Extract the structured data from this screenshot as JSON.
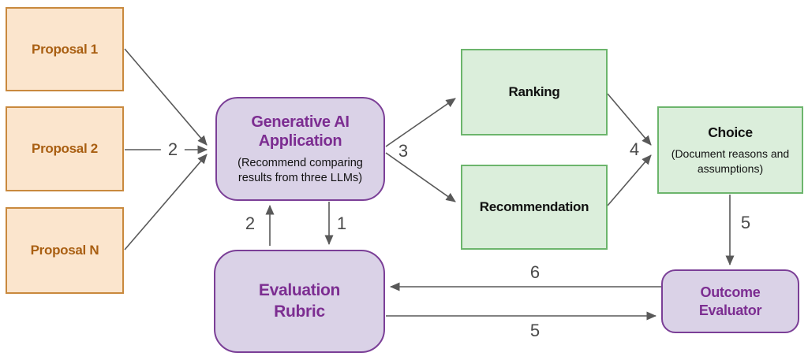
{
  "diagram_type": "flowchart",
  "palette": {
    "background": "#FFFFFF",
    "orange_fill": "#FBE5CD",
    "orange_border": "#C9893D",
    "orange_text": "#A95F12",
    "purple_fill": "#DAD2E7",
    "purple_border": "#7B3F97",
    "purple_text": "#7C2D91",
    "green_fill": "#DBEEDB",
    "green_border": "#6CB56C",
    "dark_text": "#111111",
    "arrow": "#595959",
    "edge_label_text": "#4A4A4A"
  },
  "nodes": {
    "proposal_1": {
      "label": "Proposal 1"
    },
    "proposal_2": {
      "label": "Proposal 2"
    },
    "proposal_n": {
      "label": "Proposal N"
    },
    "generative_ai_application": {
      "title": "Generative AI Application",
      "subtitle": "(Recommend comparing results from three LLMs)"
    },
    "ranking": {
      "label": "Ranking"
    },
    "recommendation": {
      "label": "Recommendation"
    },
    "choice": {
      "title": "Choice",
      "subtitle": "(Document reasons and assumptions)"
    },
    "evaluation_rubric": {
      "label": "Evaluation Rubric"
    },
    "outcome_evaluator": {
      "label": "Outcome Evaluator"
    }
  },
  "edges": {
    "proposals_to_app": {
      "label": "2",
      "from": "Proposal 1 / Proposal 2 / Proposal N",
      "to": "Generative AI Application"
    },
    "app_to_outputs": {
      "label": "3",
      "from": "Generative AI Application",
      "to": "Ranking / Recommendation"
    },
    "outputs_to_choice": {
      "label": "4",
      "from": "Ranking / Recommendation",
      "to": "Choice"
    },
    "choice_to_evaluator": {
      "label": "5",
      "from": "Choice",
      "to": "Outcome Evaluator"
    },
    "app_to_rubric": {
      "label": "1",
      "from": "Generative AI Application",
      "to": "Evaluation Rubric"
    },
    "rubric_to_app": {
      "label": "2",
      "from": "Evaluation Rubric",
      "to": "Generative AI Application"
    },
    "evaluator_to_rubric": {
      "label": "6",
      "from": "Outcome Evaluator",
      "to": "Evaluation Rubric"
    },
    "rubric_to_evaluator": {
      "label": "5",
      "from": "Evaluation Rubric",
      "to": "Outcome Evaluator"
    }
  }
}
